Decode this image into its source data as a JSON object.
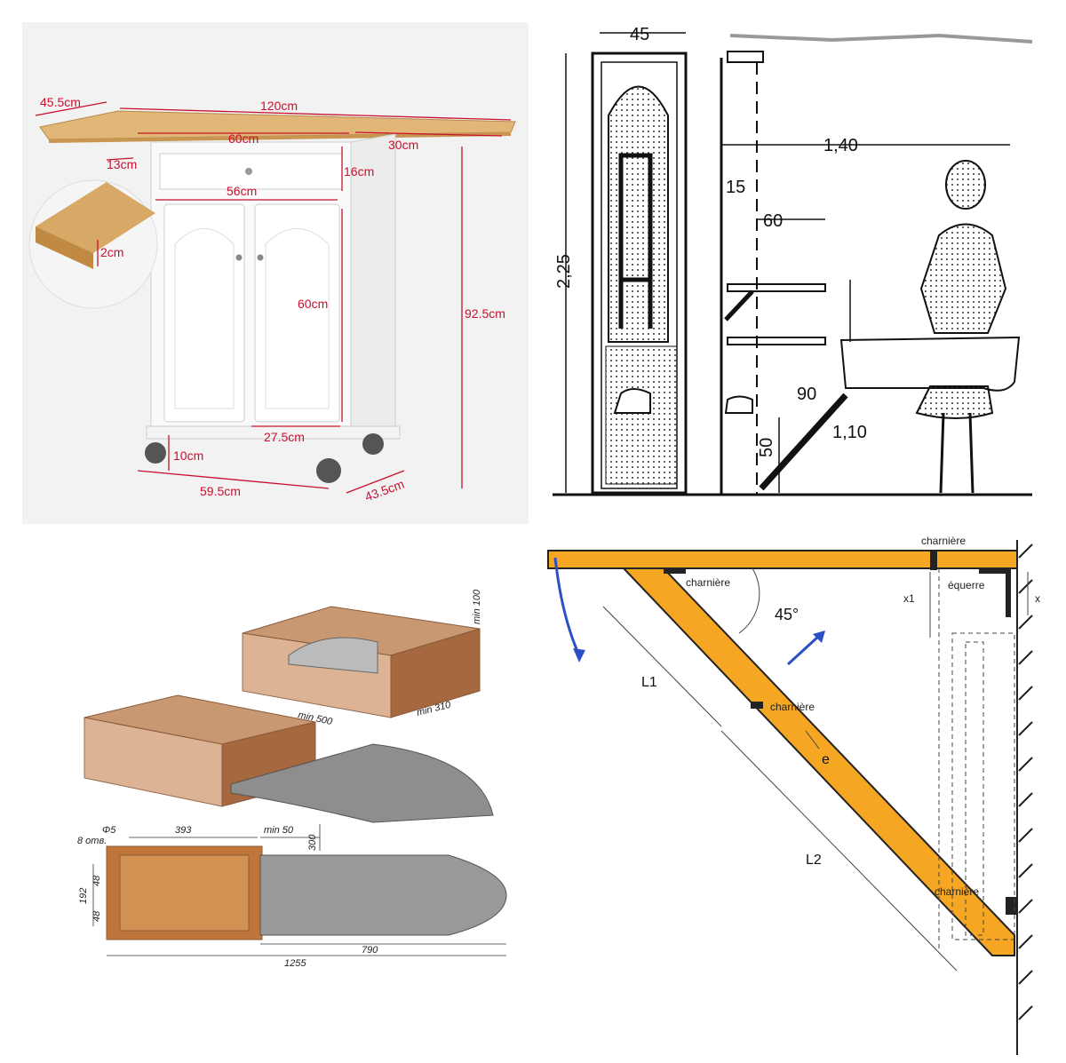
{
  "cart": {
    "w_top_depth": "45.5cm",
    "w_top_total": "120cm",
    "w_top_center": "60cm",
    "w_leaf": "30cm",
    "w_overhang": "13cm",
    "w_drawer_h": "16cm",
    "w_drawer_w": "56cm",
    "w_thickness": "2cm",
    "w_door_h": "60cm",
    "w_total_h": "92.5cm",
    "w_half_door": "27.5cm",
    "w_wheel": "10cm",
    "w_base_w": "59.5cm",
    "w_base_d": "43.5cm"
  },
  "closet": {
    "w": "45",
    "h": "2,25",
    "dist": "1,40",
    "shelf_gap": "15",
    "shelf_w": "60",
    "board_h": "90",
    "board_h2": "1,10",
    "low": "50"
  },
  "drawer": {
    "min100": "min 100",
    "min500": "min 500",
    "min310": "min 310",
    "d5": "Φ5",
    "holes": "8 отв.",
    "w393": "393",
    "min50": "min 50",
    "h300": "300",
    "h48a": "48",
    "h192": "192",
    "h48b": "48",
    "w790": "790",
    "w1255": "1255"
  },
  "hinge": {
    "charniere1": "charnière",
    "charniere2": "charnière",
    "charniere3": "charnière",
    "charniere4": "charnière",
    "equerre": "équerre",
    "angle": "45°",
    "l1": "L1",
    "l2": "L2",
    "e": "e",
    "x1": "x1",
    "x": "x"
  },
  "colors": {
    "wood": "#f5a623",
    "dim_red": "#c8102e",
    "arrow_blue": "#2b4fc7"
  }
}
